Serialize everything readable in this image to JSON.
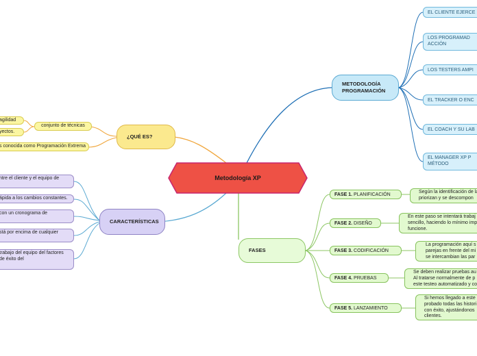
{
  "center": {
    "title": "Metodología XP"
  },
  "que_es": {
    "label": "¿QUÉ ES?",
    "sub": "conjunto de técnicas",
    "items": [
      "agilidad",
      "yectos.",
      "s conocida como Programación Extrema"
    ]
  },
  "caracteristicas": {
    "label": "CARACTERÍSTICAS",
    "items": [
      "ntre el cliente y el equipo de",
      "ápida a los cambios constantes.",
      "con un cronograma de",
      "stá por encima de cualquier",
      "trabajo del equipo del factores de éxito del"
    ]
  },
  "metodologia": {
    "label": "METODOLOGÍA PROGRAMACIÓN",
    "items": [
      "EL CLIENTE EJERCE",
      "LOS PROGRAMAD ACCIÓN",
      "LOS TESTERS AMPI",
      "EL TRACKER O ENC",
      "EL COACH Y SU LAB",
      "EL MANAGER XP P MÉTODO"
    ]
  },
  "fases": {
    "label": "FASES",
    "items": [
      {
        "num": "FASE 1.",
        "name": "PLANIFICACIÓN",
        "desc": "Según la identificación de la priorizan y se descompon"
      },
      {
        "num": "FASE 2.",
        "name": "DISEÑO",
        "desc": "En este paso se intentará trabaj sencillo, haciendo lo mínimo imp funcione."
      },
      {
        "num": "FASE 3.",
        "name": "CODIFICACIÓN",
        "desc": "La programación aquí s parejas en frente del mi se intercambian las par"
      },
      {
        "num": "FASE 4.",
        "name": "PRUEBAS",
        "desc": "Se deben realizar pruebas au Al tratarse normalmente de p este testeo automatizado y co"
      },
      {
        "num": "FASE 5.",
        "name": "LANZAMIENTO",
        "desc": "Si hemos llegado a este probado todas las histori con éxito, ajustándonos clientes."
      }
    ]
  },
  "colors": {
    "center_fill": "#ee5145",
    "center_border": "#c7256f",
    "blue": "#5aa9d2",
    "green": "#8cc663",
    "orange": "#f0a63c",
    "lavender": "#9a8cc7"
  }
}
